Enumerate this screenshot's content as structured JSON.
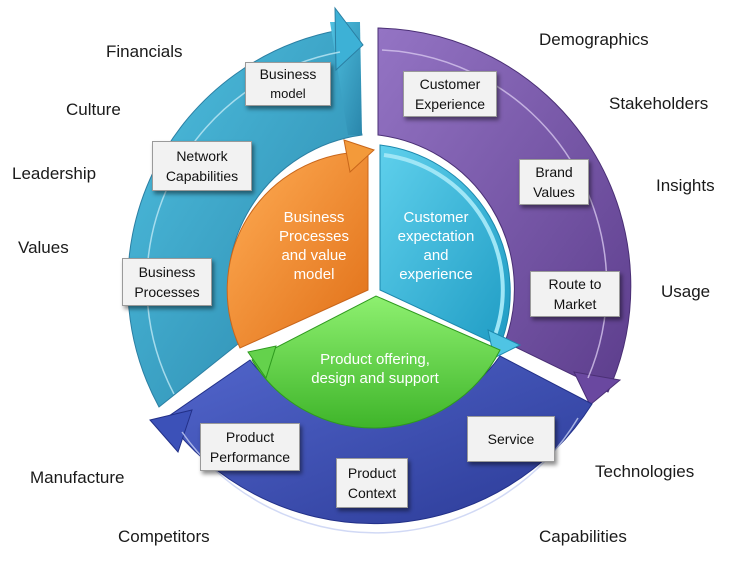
{
  "colors": {
    "teal_segment": "#3aa3c7",
    "purple_segment": "#7a55a8",
    "blue_segment": "#3a4fb5",
    "orange_core": "#f0892b",
    "cyan_core": "#2fb3d6",
    "green_core": "#5fd44a"
  },
  "outer_labels": {
    "financials": "Financials",
    "culture": "Culture",
    "leadership": "Leadership",
    "values": "Values",
    "demographics": "Demographics",
    "stakeholders": "Stakeholders",
    "insights": "Insights",
    "usage": "Usage",
    "manufacture": "Manufacture",
    "competitors": "Competitors",
    "technologies": "Technologies",
    "capabilities": "Capabilities"
  },
  "boxes": {
    "business_model": [
      "Business",
      "model"
    ],
    "network_capabilities": [
      "Network",
      "Capabilities"
    ],
    "business_processes": [
      "Business",
      "Processes"
    ],
    "customer_experience": [
      "Customer",
      "Experience"
    ],
    "brand_values": [
      "Brand",
      "Values"
    ],
    "route_to_market": [
      "Route to",
      "Market"
    ],
    "product_performance": [
      "Product",
      "Performance"
    ],
    "product_context": [
      "Product",
      "Context"
    ],
    "service": [
      "Service"
    ]
  },
  "inner": {
    "orange": [
      "Business",
      "Processes and value",
      "model"
    ],
    "cyan": [
      "Customer",
      "expectation",
      "and",
      "experience"
    ],
    "green": [
      "Product offering,",
      "design and support"
    ]
  }
}
